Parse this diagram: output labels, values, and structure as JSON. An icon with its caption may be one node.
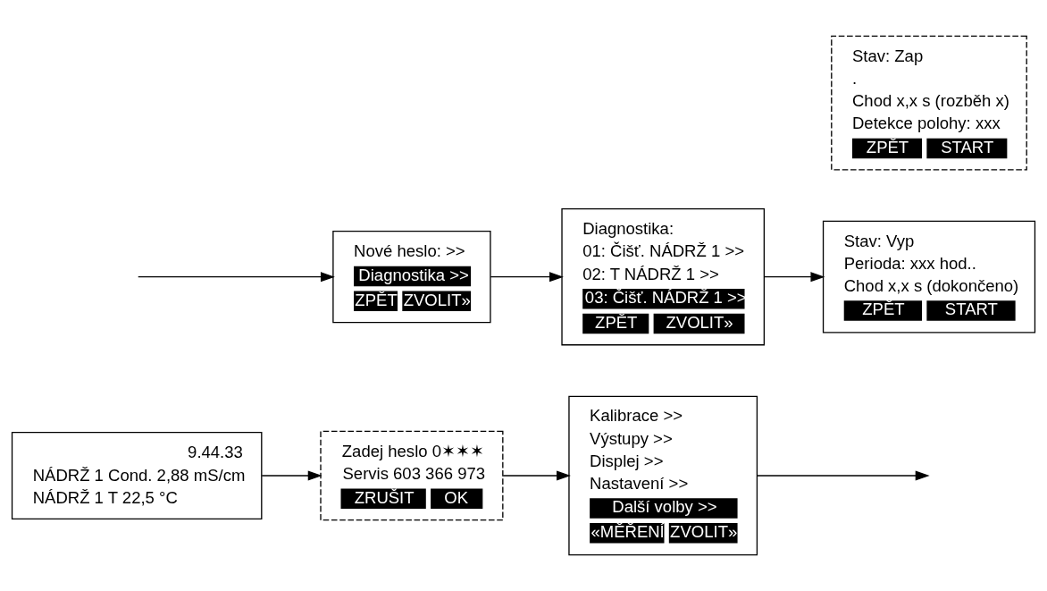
{
  "diagram": {
    "nodes": [
      {
        "text": [
          "9.44.33",
          "NÁDRŽ 1 Cond. 2,88 mS/cm",
          "NÁDRŽ 1 T 22,5 °C"
        ]
      },
      {
        "text": [
          "Zadej heslo 0✶✶✶",
          "Servis 603 366 973",
          "ZRUŠIT",
          "OK"
        ]
      },
      {
        "text": [
          "Kalibrace >>",
          "Výstupy >>",
          "Displej >>",
          "Nastavení >>",
          "Další volby >>",
          "«MĚŘENÍ",
          "ZVOLIT»"
        ]
      },
      {
        "text": [
          "Nové heslo: >>",
          "Diagnostika >>",
          "ZPĚT",
          "ZVOLIT»"
        ]
      },
      {
        "text": [
          "Diagnostika:",
          "01: Čišť. NÁDRŽ 1 >>",
          "02: T NÁDRŽ 1 >>",
          "03: Čišť. NÁDRŽ 1 >>",
          "ZPĚT",
          "ZVOLIT»"
        ]
      },
      {
        "text": [
          "Stav: Vyp",
          "Perioda: xxx hod..",
          "Chod x,x s (dokončeno)",
          "ZPĚT",
          "START"
        ]
      },
      {
        "text": [
          "Stav: Zap",
          ".",
          "Chod x,x s (rozběh x)",
          "Detekce polohy: xxx",
          "ZPĚT",
          "START"
        ]
      }
    ],
    "edges": [
      {
        "from": 0,
        "to": 1,
        "arrow": "to"
      },
      {
        "from": 1,
        "to": 2,
        "arrow": "to"
      },
      {
        "from": 2,
        "to": null,
        "arrow": "to"
      },
      {
        "from": null,
        "to": 3,
        "arrow": "to"
      },
      {
        "from": 3,
        "to": 4,
        "arrow": "to"
      },
      {
        "from": 4,
        "to": 5,
        "arrow": "to"
      }
    ]
  }
}
